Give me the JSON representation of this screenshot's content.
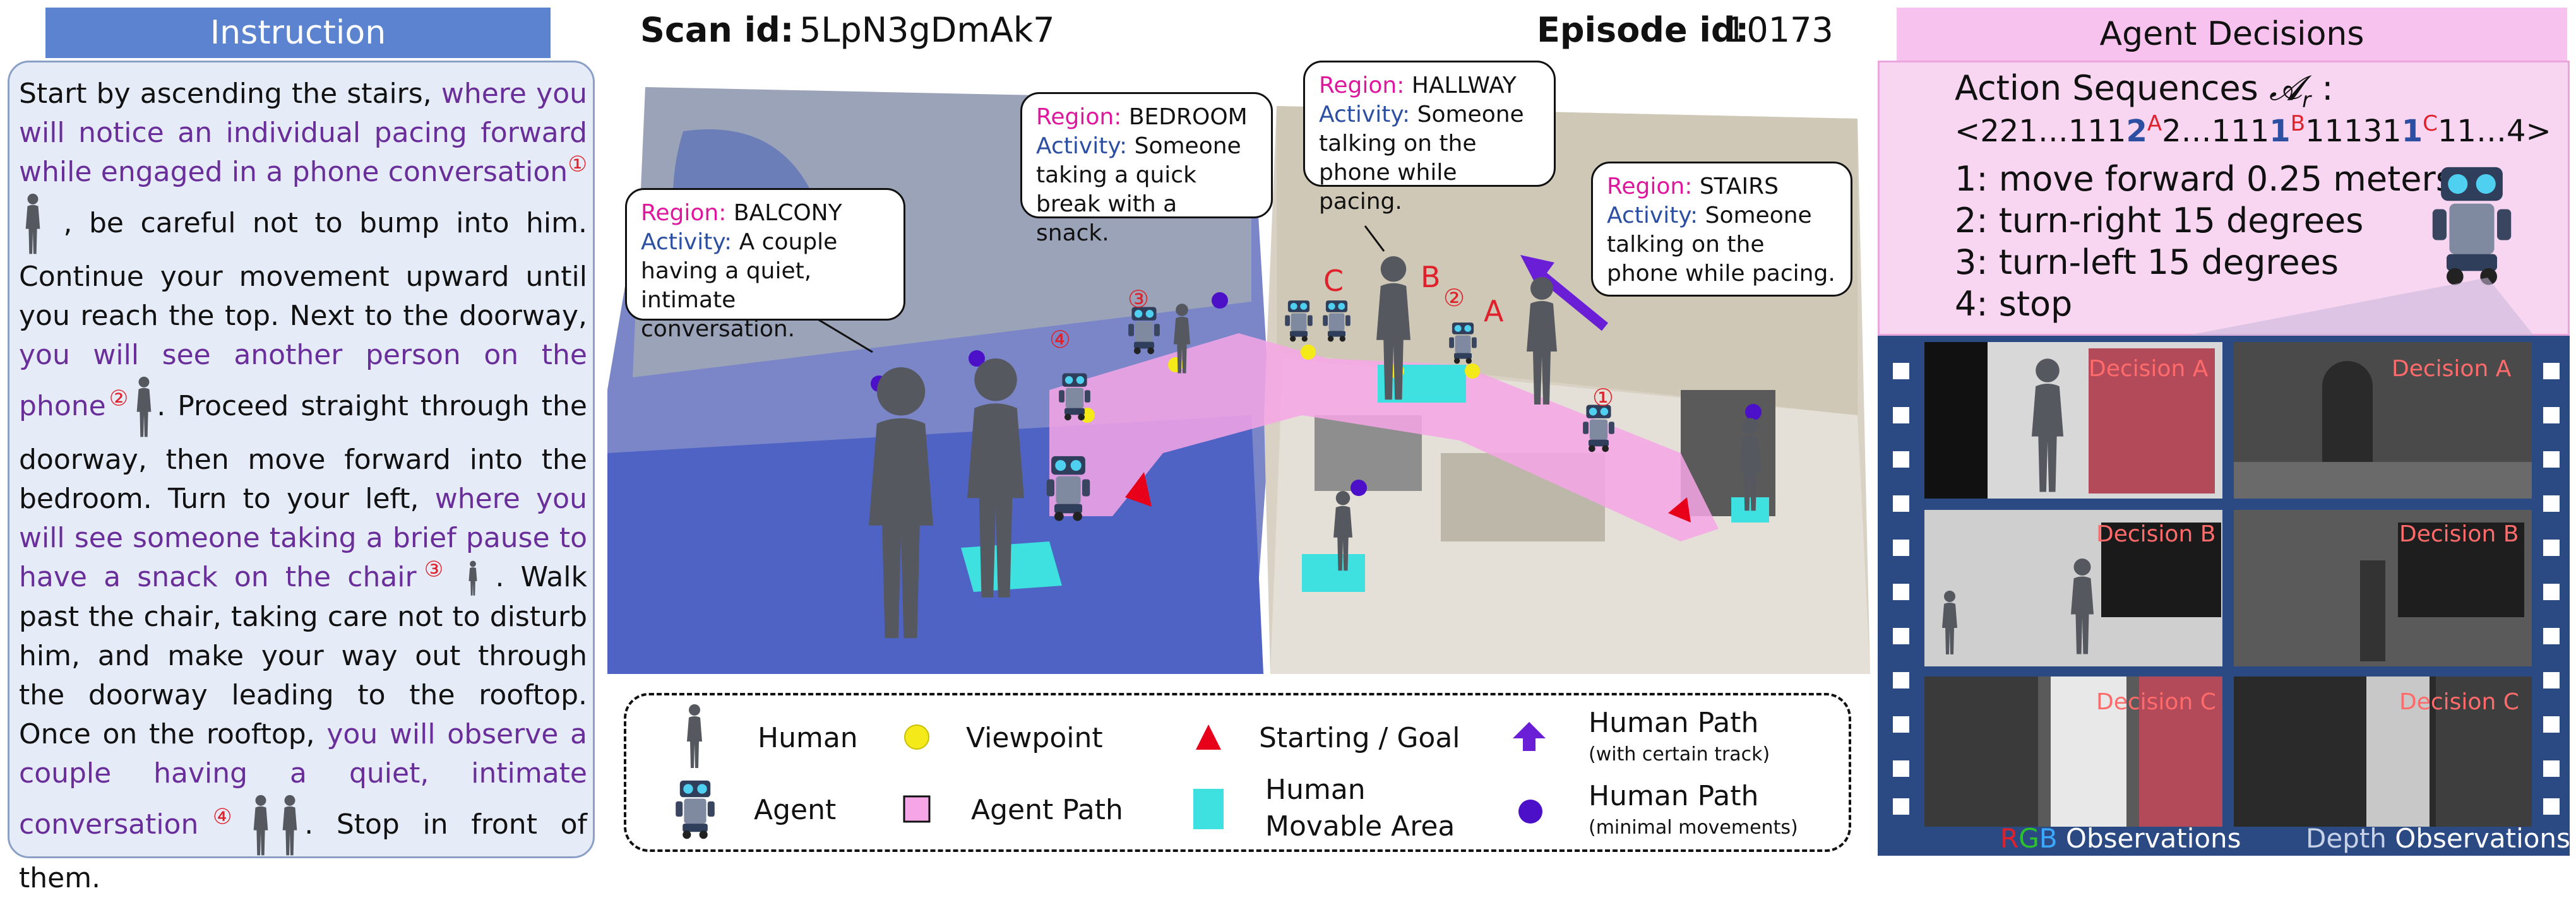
{
  "instruction": {
    "title": "Instruction",
    "segments": [
      {
        "text": "Start by ascending the stairs, ",
        "style": "plain"
      },
      {
        "text": "where you will notice an individual pacing forward while engaged  in a phone conversation",
        "style": "purple"
      },
      {
        "text": "①",
        "style": "num"
      },
      {
        "text": "",
        "style": "human-walk"
      },
      {
        "text": " , be careful not to bump into him. Continue your movement upward until you reach the top. Next to the doorway, ",
        "style": "plain"
      },
      {
        "text": "you will see another person on the phone",
        "style": "purple"
      },
      {
        "text": "②",
        "style": "num"
      },
      {
        "text": "",
        "style": "human-stand"
      },
      {
        "text": ". Proceed straight through the doorway, then move forward into the bedroom. Turn to your left, ",
        "style": "plain"
      },
      {
        "text": "where you will see someone taking a brief pause to have a snack on the chair",
        "style": "purple"
      },
      {
        "text": "③",
        "style": "num"
      },
      {
        "text": "",
        "style": "human-sit"
      },
      {
        "text": ". Walk past the chair, taking care not to disturb him, and make your way out through the doorway leading to the rooftop. Once on the rooftop, ",
        "style": "plain"
      },
      {
        "text": "you will observe a couple having a quiet, intimate conversation",
        "style": "purple"
      },
      {
        "text": "④",
        "style": "num"
      },
      {
        "text": "",
        "style": "human-couple"
      },
      {
        "text": ". Stop in front of them.",
        "style": "plain"
      }
    ]
  },
  "scene": {
    "scan_label": "Scan id:",
    "scan_id": "5LpN3gDmAk7",
    "episode_label": "Episode id:",
    "episode_id": "10173",
    "region_label": "Region:",
    "activity_label": "Activity:",
    "bubbles": [
      {
        "region": "BALCONY",
        "activity": "A couple having a quiet, intimate conversation."
      },
      {
        "region": "BEDROOM",
        "activity": "Someone taking a quick break with a snack."
      },
      {
        "region": "HALLWAY",
        "activity": "Someone talking on the phone while pacing."
      },
      {
        "region": "STAIRS",
        "activity": "Someone talking on the phone while pacing."
      }
    ],
    "markers": [
      "①",
      "②",
      "③",
      "④"
    ],
    "decision_letters": [
      "A",
      "B",
      "C"
    ]
  },
  "legend": {
    "human": "Human",
    "agent": "Agent",
    "viewpoint": "Viewpoint",
    "agent_path": "Agent Path",
    "start_goal": "Starting / Goal",
    "movable_1": "Human",
    "movable_2": "Movable Area",
    "path_track": "Human Path",
    "path_track_sub": "(with certain track)",
    "path_min": "Human Path",
    "path_min_sub": "(minimal movements)"
  },
  "decisions": {
    "title": "Agent Decisions",
    "seq_label": "Action Sequences",
    "seq_symbol": "𝓐",
    "seq_subscript": "r",
    "seq_colon": " :",
    "seq_parts": [
      {
        "t": "<221…111",
        "c": "plain"
      },
      {
        "t": "2",
        "c": "blue"
      },
      {
        "t": "A",
        "c": "sup"
      },
      {
        "t": "2…111",
        "c": "plain"
      },
      {
        "t": "1",
        "c": "blue"
      },
      {
        "t": "B",
        "c": "sup"
      },
      {
        "t": "11131",
        "c": "plain"
      },
      {
        "t": "1",
        "c": "blue"
      },
      {
        "t": "C",
        "c": "sup"
      },
      {
        "t": "11…4>",
        "c": "plain"
      }
    ],
    "actions": [
      "1: move forward 0.25 meters",
      "2: turn-right 15 degrees",
      "3: turn-left 15 degrees",
      "4: stop"
    ],
    "obs_labels": [
      "Decision A",
      "Decision A",
      "Decision B",
      "Decision B",
      "Decision C",
      "Decision C"
    ],
    "rgb_letters": [
      "R",
      "G",
      "B"
    ],
    "rgb_caption": "Observations",
    "depth_word": "Depth",
    "depth_caption": "Observations"
  },
  "colors": {
    "instruction_header": "#5b83cf",
    "instruction_accent": "#6a2e9a",
    "marker": "#e0202a",
    "region": "#e0179e",
    "activity": "#2d4fa2",
    "agent_path": "#f6a6e6",
    "movable_area": "#3ee0e0",
    "viewpoint": "#f4ea1a",
    "decision_header": "#f7c3ee",
    "film": "#2b4a84"
  }
}
